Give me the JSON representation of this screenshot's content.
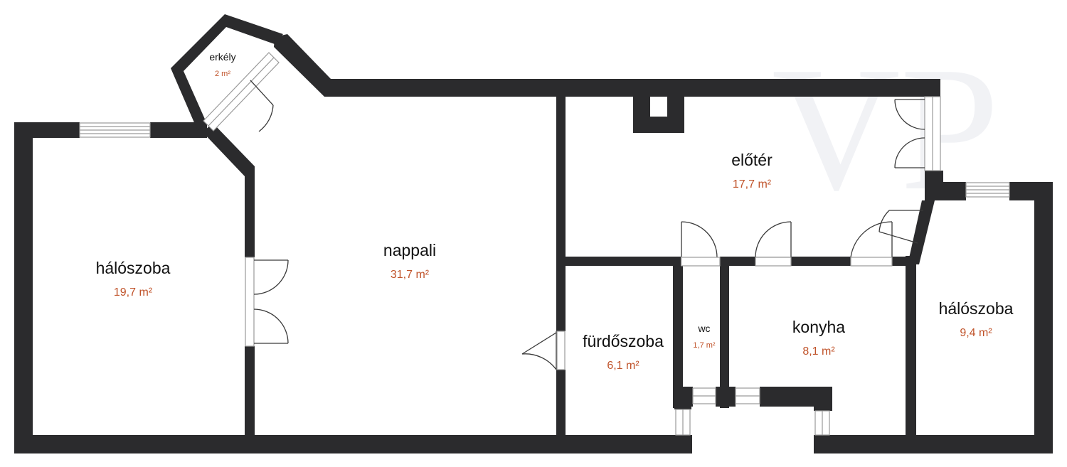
{
  "watermark": "VP",
  "colors": {
    "wall": "#2b2b2d",
    "area_text": "#c0532a"
  },
  "rooms": {
    "halo1": {
      "name": "hálószoba",
      "area": "19,7 m²"
    },
    "nappali": {
      "name": "nappali",
      "area": "31,7 m²"
    },
    "erkely": {
      "name": "erkély",
      "area": "2 m²"
    },
    "eloter": {
      "name": "előtér",
      "area": "17,7 m²"
    },
    "furdo": {
      "name": "fürdőszoba",
      "area": "6,1 m²"
    },
    "wc": {
      "name": "wc",
      "area": "1,7 m²"
    },
    "konyha": {
      "name": "konyha",
      "area": "8,1 m²"
    },
    "halo2": {
      "name": "hálószoba",
      "area": "9,4 m²"
    }
  }
}
